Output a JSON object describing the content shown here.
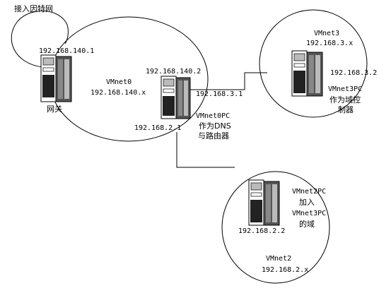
{
  "internet_label": "接入因特网",
  "gateway": {
    "ip": "192.168.140.1",
    "label": "网关"
  },
  "vmnet0": {
    "name": "VMnet0",
    "subnet": "192.168.140.x"
  },
  "vmnet0pc": {
    "ip_vmnet0": "192.168.140.2",
    "ip_vmnet3": "192.168.3.1",
    "ip_vmnet2": "192.168.2.1",
    "label_line1": "VMnet0PC",
    "label_line2": "作为DNS",
    "label_line3": "与路由器"
  },
  "vmnet3": {
    "name": "VMnet3",
    "subnet": "192.168.3.x",
    "pc_ip": "192.168.3.2",
    "pc_label_line1": "VMnet3PC",
    "pc_label_line2": "作为域控",
    "pc_label_line3": "制器"
  },
  "vmnet2": {
    "name": "VMnet2",
    "subnet": "192.168.2.x",
    "pc_ip": "192.168.2.2",
    "pc_label_line1": "VMnet2PC",
    "pc_label_line2": "加入",
    "pc_label_line3": "VMnet3PC",
    "pc_label_line4": "的域"
  }
}
